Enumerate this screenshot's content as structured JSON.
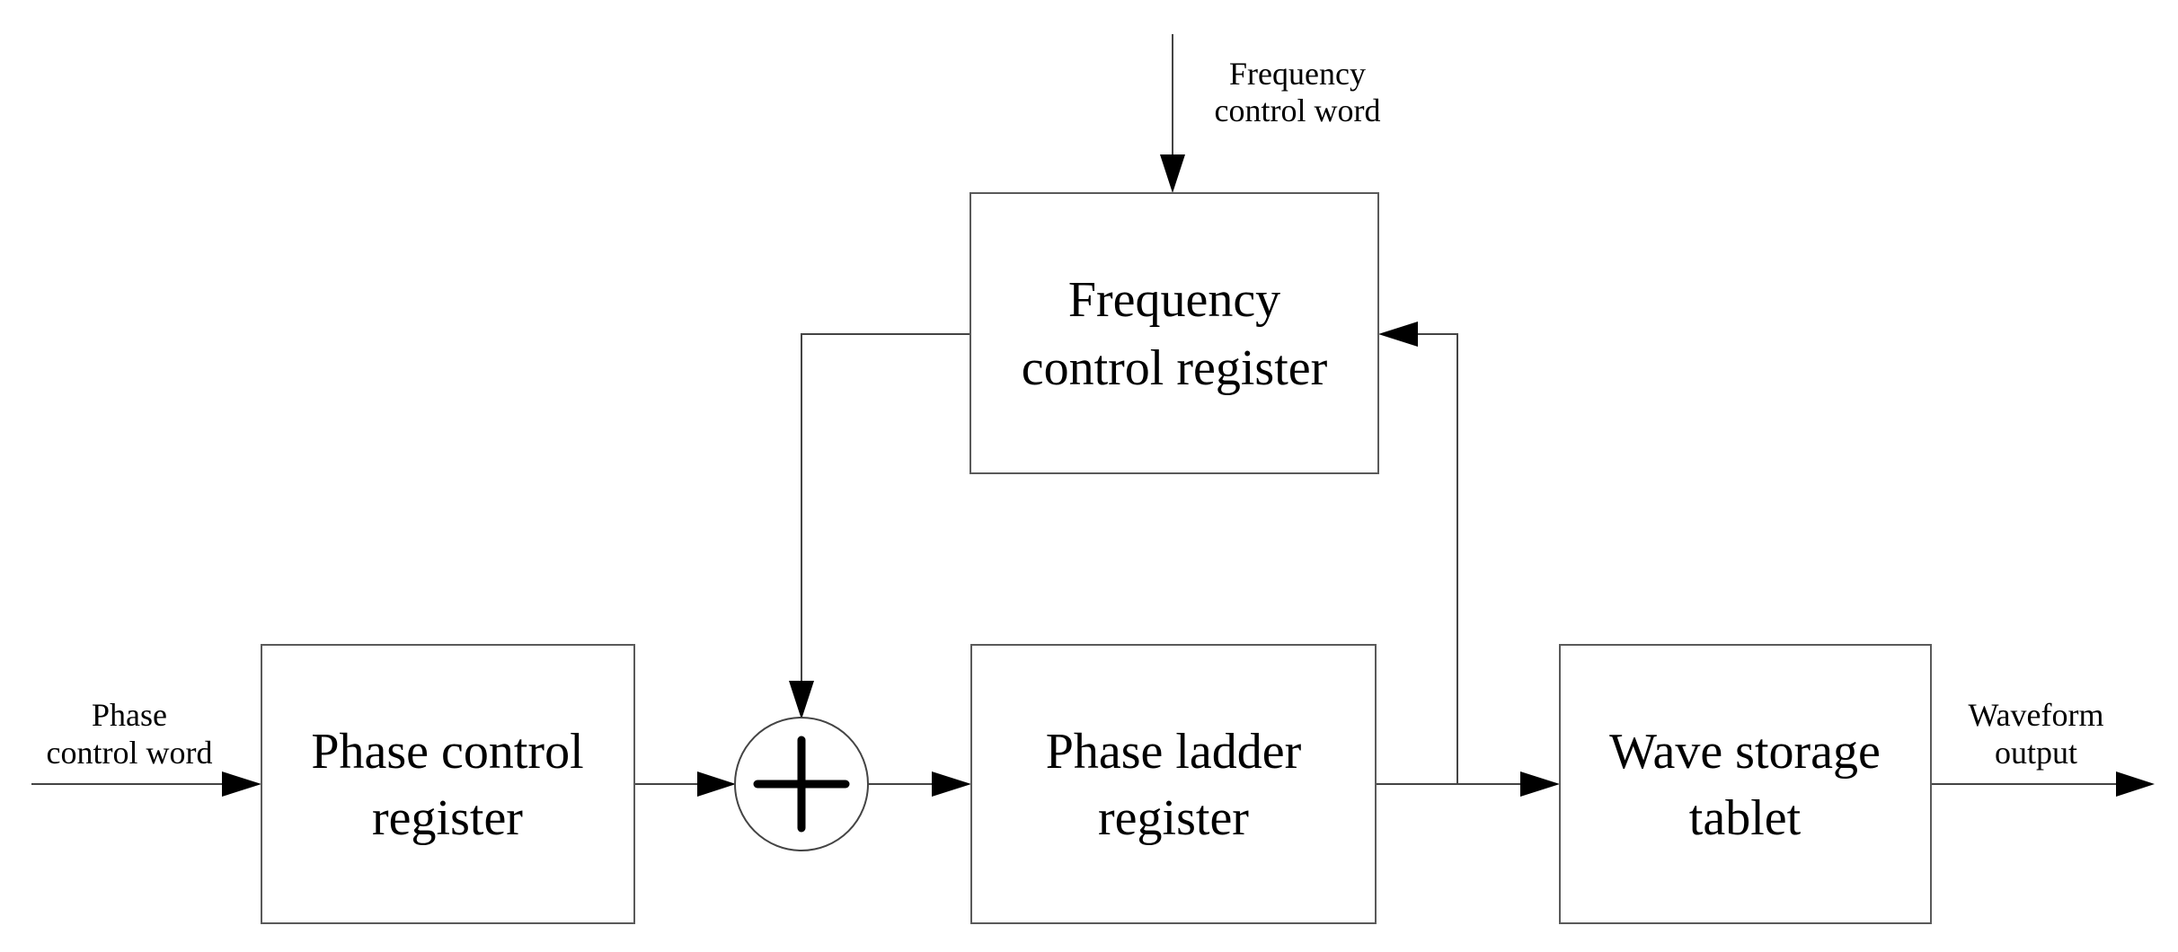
{
  "blocks": {
    "frequency_control_register": {
      "line1": "Frequency",
      "line2": "control register"
    },
    "phase_control_register": {
      "line1": "Phase control",
      "line2": "register"
    },
    "phase_ladder_register": {
      "line1": "Phase ladder",
      "line2": "register"
    },
    "wave_storage_tablet": {
      "line1": "Wave storage",
      "line2": "tablet"
    }
  },
  "signals": {
    "frequency_control_word": {
      "line1": "Frequency",
      "line2": "control word"
    },
    "phase_control_word": {
      "line1": "Phase",
      "line2": "control word"
    },
    "waveform_output": {
      "line1": "Waveform",
      "line2": "output"
    }
  },
  "adder": {
    "symbol": "plus-icon"
  },
  "colors": {
    "box_stroke": "#5a5a5a",
    "wire": "#444444",
    "text": "#000000",
    "background": "#ffffff"
  }
}
